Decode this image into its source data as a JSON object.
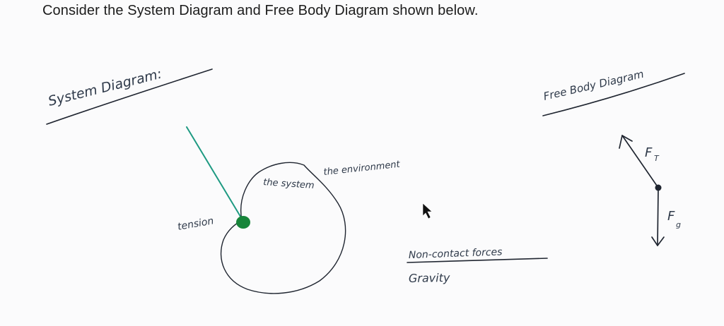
{
  "heading": "Consider the System Diagram and Free Body Diagram shown below.",
  "system_diagram": {
    "title": "System Diagram:",
    "label_system": "the system",
    "label_environment": "the environment",
    "label_tension": "tension",
    "label_noncontact": "Non-contact forces",
    "label_gravity": "Gravity"
  },
  "free_body_diagram": {
    "title": "Free Body Diagram",
    "force_top": "F",
    "force_top_sub": "T",
    "force_bottom": "F",
    "force_bottom_sub": "g"
  },
  "colors": {
    "ink": "#1f2530",
    "rope": "#1e9a82",
    "contact_dot": "#17853a"
  }
}
